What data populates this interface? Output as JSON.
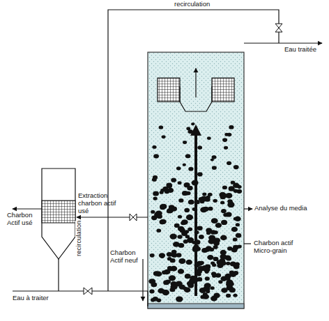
{
  "diagram": {
    "labels": [
      "recirculation",
      "Eau traitée",
      "Extraction charbon actif usé",
      "Charbon Actif usé",
      "recirculation",
      "Charbon Actif neuf",
      "Analyse du media",
      "Charbon actif Micro-grain",
      "Eau à traiter"
    ]
  }
}
